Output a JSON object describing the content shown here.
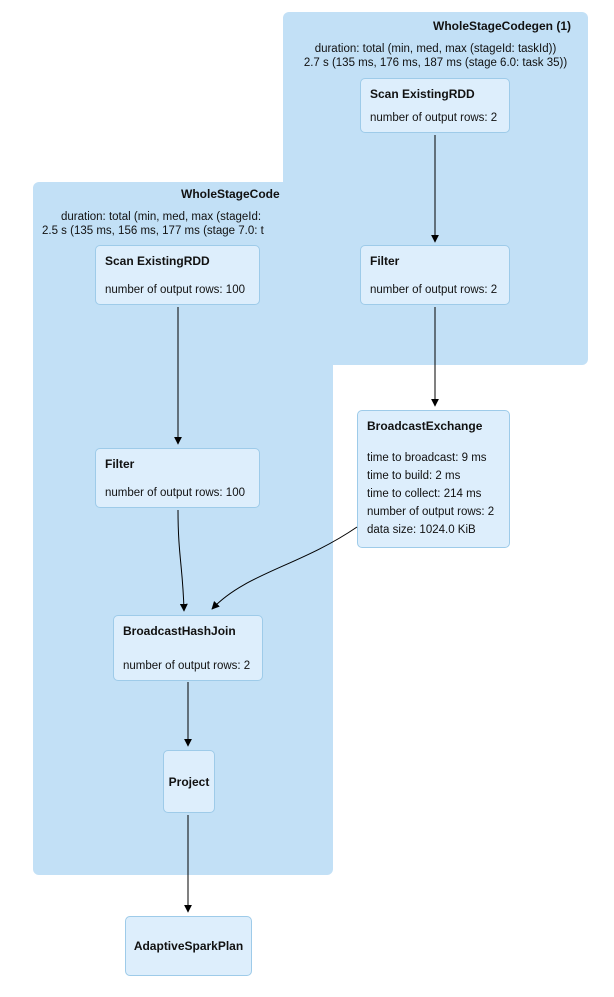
{
  "clusters": {
    "wsc1": {
      "title": "WholeStageCodegen (1)",
      "duration_line1": "duration: total (min, med, max (stageId: taskId))",
      "duration_line2": "2.7 s (135 ms, 176 ms, 187 ms (stage 6.0: task 35))"
    },
    "wsc2": {
      "title": "WholeStageCode",
      "duration_line1": "duration: total (min, med, max (stageId:",
      "duration_line2": "2.5 s (135 ms, 156 ms, 177 ms (stage 7.0: t"
    }
  },
  "nodes": {
    "scan_rdd_1": {
      "title": "Scan ExistingRDD",
      "metric": "number of output rows: 2"
    },
    "filter_1": {
      "title": "Filter",
      "metric": "number of output rows: 2"
    },
    "scan_rdd_2": {
      "title": "Scan ExistingRDD",
      "metric": "number of output rows: 100"
    },
    "filter_2": {
      "title": "Filter",
      "metric": "number of output rows: 100"
    },
    "broadcast_exchange": {
      "title": "BroadcastExchange",
      "metrics": [
        "time to broadcast: 9 ms",
        "time to build: 2 ms",
        "time to collect: 214 ms",
        "number of output rows: 2",
        "data size: 1024.0 KiB"
      ]
    },
    "broadcast_hash_join": {
      "title": "BroadcastHashJoin",
      "metric": "number of output rows: 2"
    },
    "project": {
      "title": "Project"
    },
    "adaptive_spark_plan": {
      "title": "AdaptiveSparkPlan"
    }
  },
  "colors": {
    "cluster_fill": "#c2e0f6",
    "node_fill": "#ddeefc",
    "node_border": "#9ecbe9",
    "arrow": "#000000",
    "text": "#111111"
  }
}
